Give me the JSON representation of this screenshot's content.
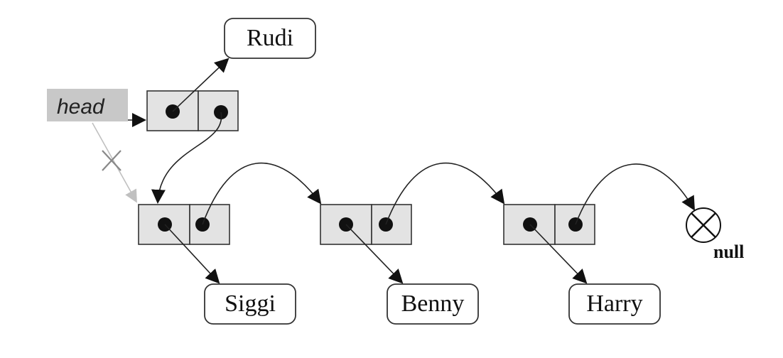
{
  "head_label": "head",
  "null_label": "null",
  "new_node_value": "Rudi",
  "list_values": [
    "Siggi",
    "Benny",
    "Harry"
  ],
  "colors": {
    "cell_fill": "#e3e3e3",
    "head_fill": "#c8c8c8",
    "old_pointer": "#c0c0c0",
    "stroke": "#222222"
  }
}
